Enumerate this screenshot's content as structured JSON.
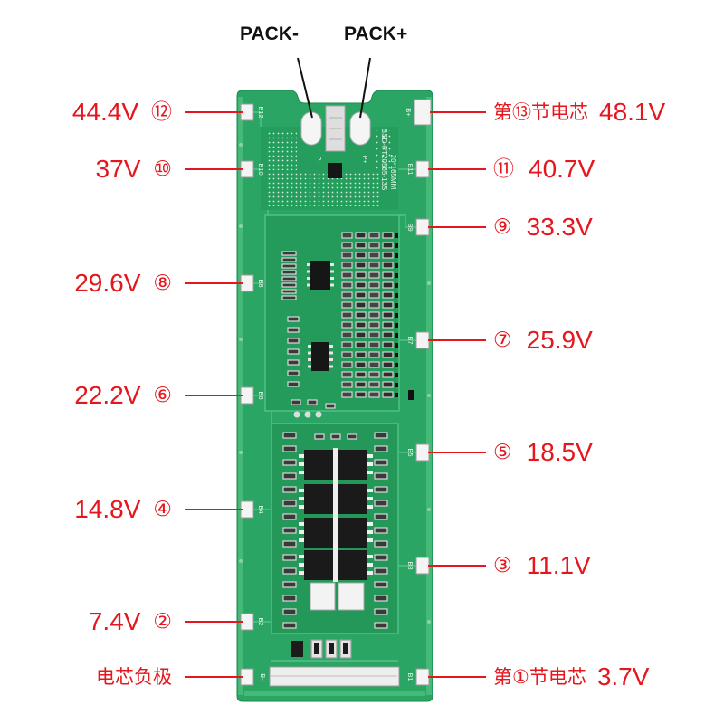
{
  "pack": {
    "negative_label": "PACK-",
    "positive_label": "PACK+"
  },
  "left_labels": [
    {
      "voltage": "44.4V",
      "cell": "⑫"
    },
    {
      "voltage": "37V",
      "cell": "⑩"
    },
    {
      "voltage": "29.6V",
      "cell": "⑧"
    },
    {
      "voltage": "22.2V",
      "cell": "⑥"
    },
    {
      "voltage": "14.8V",
      "cell": "④"
    },
    {
      "voltage": "7.4V",
      "cell": "②"
    }
  ],
  "negative_terminal_label": "电芯负极",
  "right_labels": {
    "top": {
      "prefix": "第⑬节电芯",
      "voltage": "48.1V"
    },
    "middle": [
      {
        "cell": "⑪",
        "voltage": "40.7V"
      },
      {
        "cell": "⑨",
        "voltage": "33.3V"
      },
      {
        "cell": "⑦",
        "voltage": "25.9V"
      },
      {
        "cell": "⑤",
        "voltage": "18.5V"
      },
      {
        "cell": "③",
        "voltage": "11.1V"
      }
    ],
    "bottom": {
      "prefix": "第①节电芯",
      "voltage": "3.7V"
    }
  },
  "board": {
    "model": "BSD-PT20565-13S",
    "size": "20*165MM",
    "p_minus": "P-",
    "p_plus": "P+",
    "left_pads": [
      "B12",
      "B10",
      "B8",
      "B6",
      "B4",
      "B2",
      "B-"
    ],
    "right_pads": [
      "B+",
      "B11",
      "B9",
      "B7",
      "B5",
      "B3",
      "B1"
    ]
  },
  "colors": {
    "label_red": "#e5161d",
    "pack_text": "#111111",
    "board_green": "#2ba564"
  }
}
